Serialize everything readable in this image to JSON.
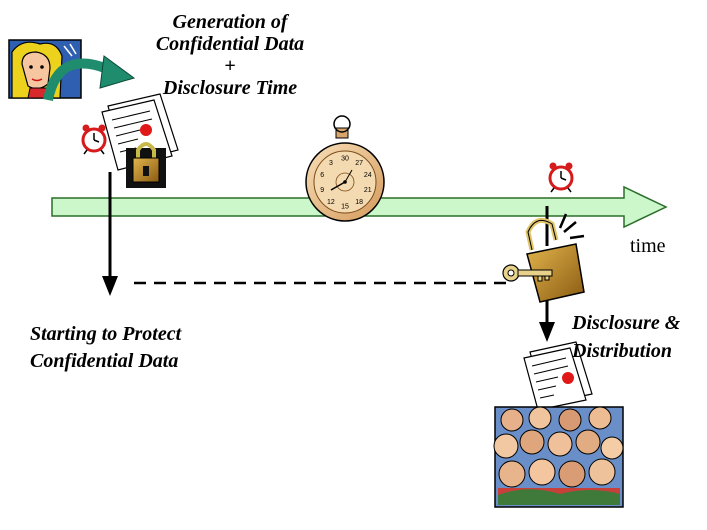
{
  "top_label": {
    "line1": "Generation of",
    "line2": "Confidential Data",
    "line3": "+",
    "line4": "Disclosure Time"
  },
  "left_label": {
    "line1": "Starting to Protect",
    "line2": "Confidential Data"
  },
  "right_label": {
    "line1": "Disclosure &",
    "line2": "Distribution"
  },
  "axis_label": "time",
  "stopwatch_numbers": [
    "30",
    "27",
    "24",
    "21",
    "18",
    "15",
    "12",
    "9",
    "6",
    "3"
  ],
  "colors": {
    "timeline_fill": "#cbf7cb",
    "curved_arrow": "#1f8c6e",
    "stopwatch_face": "#f3d2a4",
    "padlock_body": "#b88b2b",
    "alarm_red": "#d51b1b"
  }
}
